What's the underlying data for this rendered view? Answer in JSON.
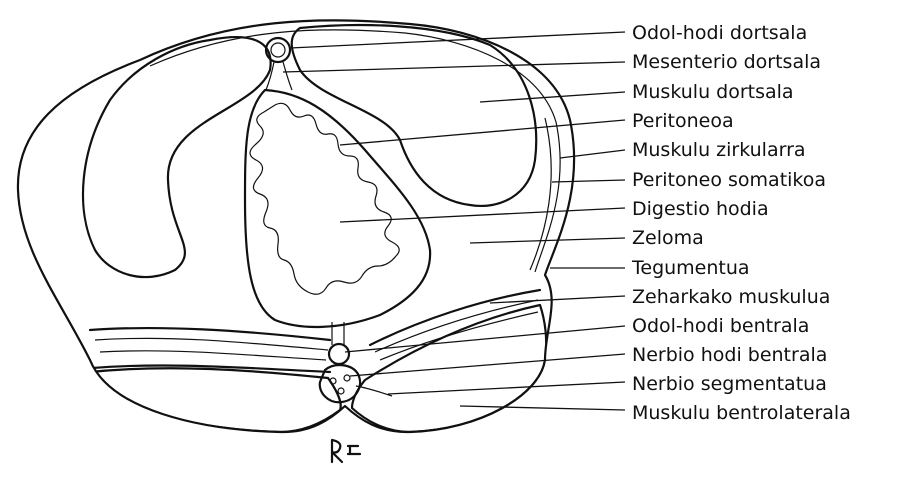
{
  "labels": [
    "Odol-hodi dortsala",
    "Mesenterio dortsala",
    "Muskulu dortsala",
    "Peritoneoa",
    "Muskulu zirkularra",
    "Peritoneo somatikoa",
    "Digestio hodia",
    "Zeloma",
    "Tegumentua",
    "Zeharkako muskulua",
    "Odol-hodi bentrala",
    "Nerbio hodi bentrala",
    "Nerbio segmentatua",
    "Muskulu bentrolaterala"
  ],
  "signature": "RE"
}
